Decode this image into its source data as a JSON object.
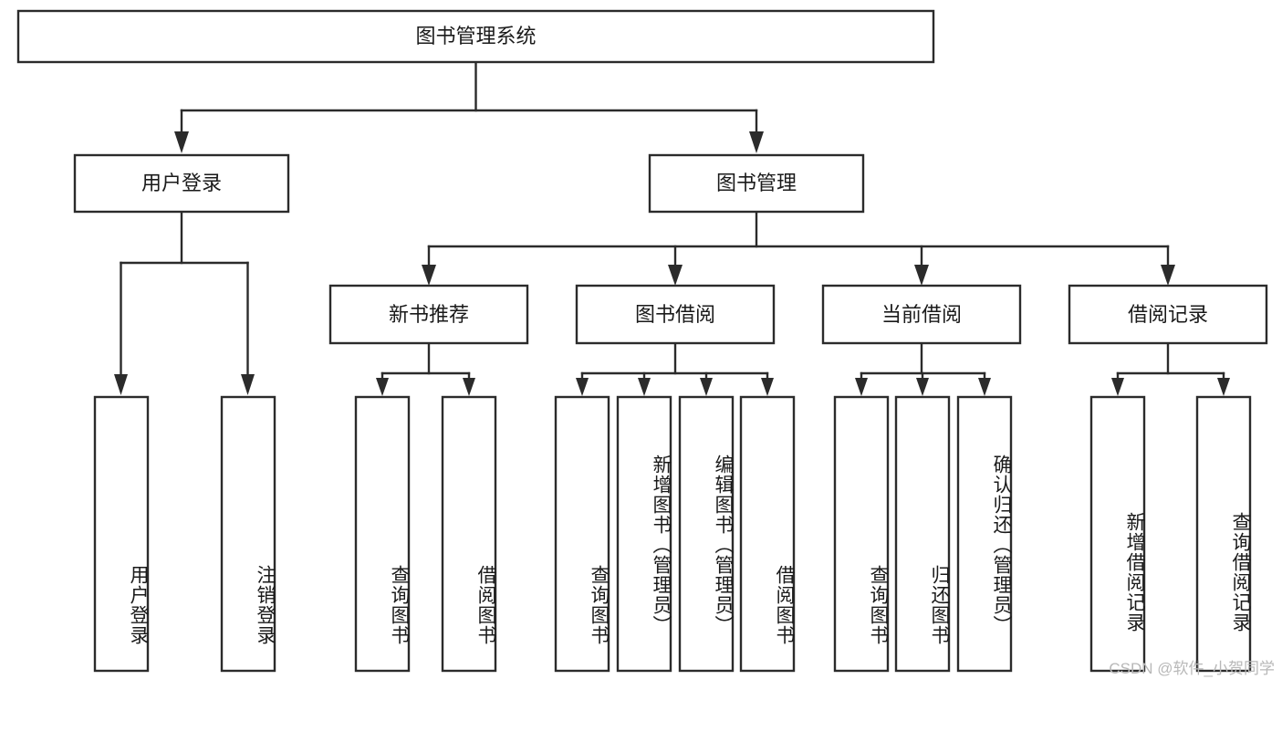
{
  "diagram": {
    "type": "tree-hierarchy-chart",
    "title": "图书管理系统",
    "watermark": "CSDN @软件_小贺同学",
    "root": {
      "label": "图书管理系统",
      "children": [
        {
          "label": "用户登录",
          "children": [
            {
              "label": "用户登录"
            },
            {
              "label": "注销登录"
            }
          ]
        },
        {
          "label": "图书管理",
          "children": [
            {
              "label": "新书推荐",
              "children": [
                {
                  "label": "查询图书"
                },
                {
                  "label": "借阅图书"
                }
              ]
            },
            {
              "label": "图书借阅",
              "children": [
                {
                  "label": "查询图书"
                },
                {
                  "label": "新增图书（管理员）"
                },
                {
                  "label": "编辑图书（管理员）"
                },
                {
                  "label": "借阅图书"
                }
              ]
            },
            {
              "label": "当前借阅",
              "children": [
                {
                  "label": "查询图书"
                },
                {
                  "label": "归还图书"
                },
                {
                  "label": "确认归还（管理员）"
                }
              ]
            },
            {
              "label": "借阅记录",
              "children": [
                {
                  "label": "新增借阅记录"
                },
                {
                  "label": "查询借阅记录"
                }
              ]
            }
          ]
        }
      ]
    },
    "nodes": {
      "root": "图书管理系统",
      "l1_user_login": "用户登录",
      "l1_book_mgmt": "图书管理",
      "l2_new_book": "新书推荐",
      "l2_borrow": "图书借阅",
      "l2_current": "当前借阅",
      "l2_record": "借阅记录",
      "leaf_user_login": "用户登录",
      "leaf_logout": "注销登录",
      "leaf_nb_query": "查询图书",
      "leaf_nb_borrow": "借阅图书",
      "leaf_bo_query": "查询图书",
      "leaf_bo_add": "新增图书（管理员）",
      "leaf_bo_edit": "编辑图书（管理员）",
      "leaf_bo_borrow": "借阅图书",
      "leaf_cb_query": "查询图书",
      "leaf_cb_return": "归还图书",
      "leaf_cb_confirm": "确认归还（管理员）",
      "leaf_rec_add": "新增借阅记录",
      "leaf_rec_query": "查询借阅记录"
    },
    "colors": {
      "box_stroke": "#2b2b2b",
      "box_fill": "#ffffff",
      "text": "#1a1a1a",
      "watermark": "#b8b8b8",
      "background": "#ffffff"
    }
  }
}
